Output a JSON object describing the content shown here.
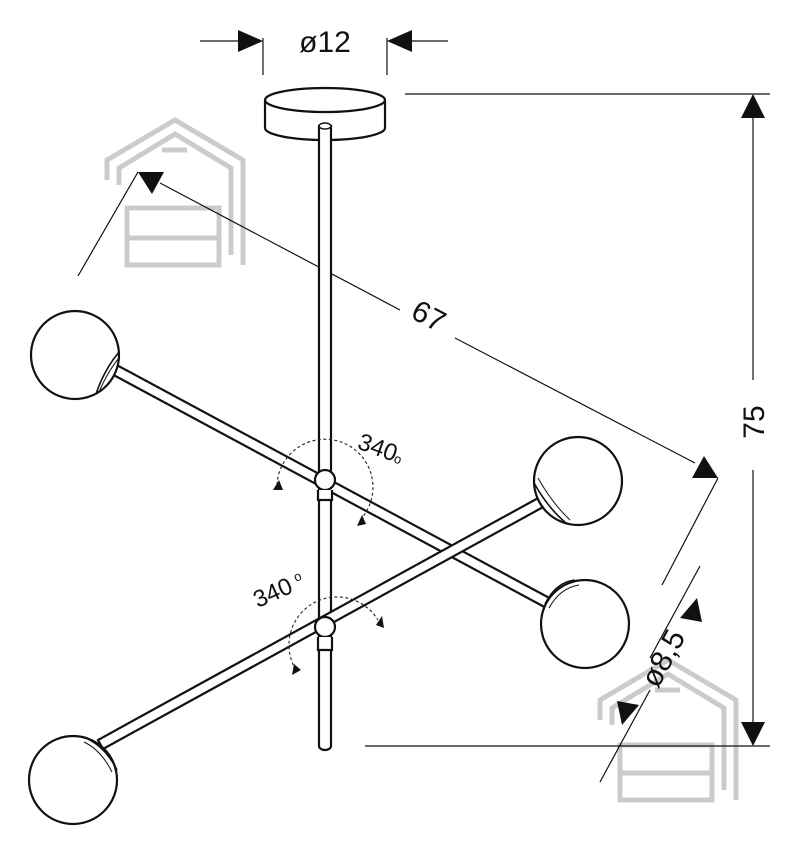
{
  "dimensions": {
    "canopy_diameter": "ø12",
    "arm_span": "67",
    "total_height": "75",
    "globe_diameter": "ø8,5"
  },
  "rotation": {
    "upper_joint": "340",
    "lower_joint": "340",
    "degree_mark": "o"
  },
  "watermark": {
    "icon": "house-sofa-logo",
    "color": "#c9cccf"
  },
  "line_color": "#111111"
}
